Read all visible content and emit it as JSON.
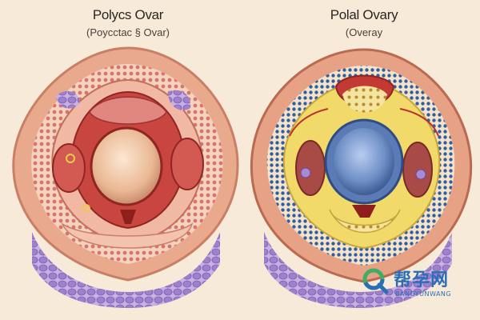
{
  "left_panel": {
    "title": "Polycs Ovar",
    "subtitle": "(Poycctac § Ovar)"
  },
  "right_panel": {
    "title": "Polal Ovary",
    "subtitle": "(Overay"
  },
  "watermark": {
    "text": "帮孕网",
    "subtext": "BANGYUNWANG",
    "icon": "magnifier-logo-icon"
  },
  "colors": {
    "background": "#f7ead8",
    "outer_tissue": "#e9a98c",
    "red_tissue": "#b8322e",
    "yellow_stroma": "#f1d96a",
    "blue_follicle": "#6f8fc6",
    "purple_cells": "#a98ad2",
    "watermark_blue": "#2a6fb5"
  }
}
